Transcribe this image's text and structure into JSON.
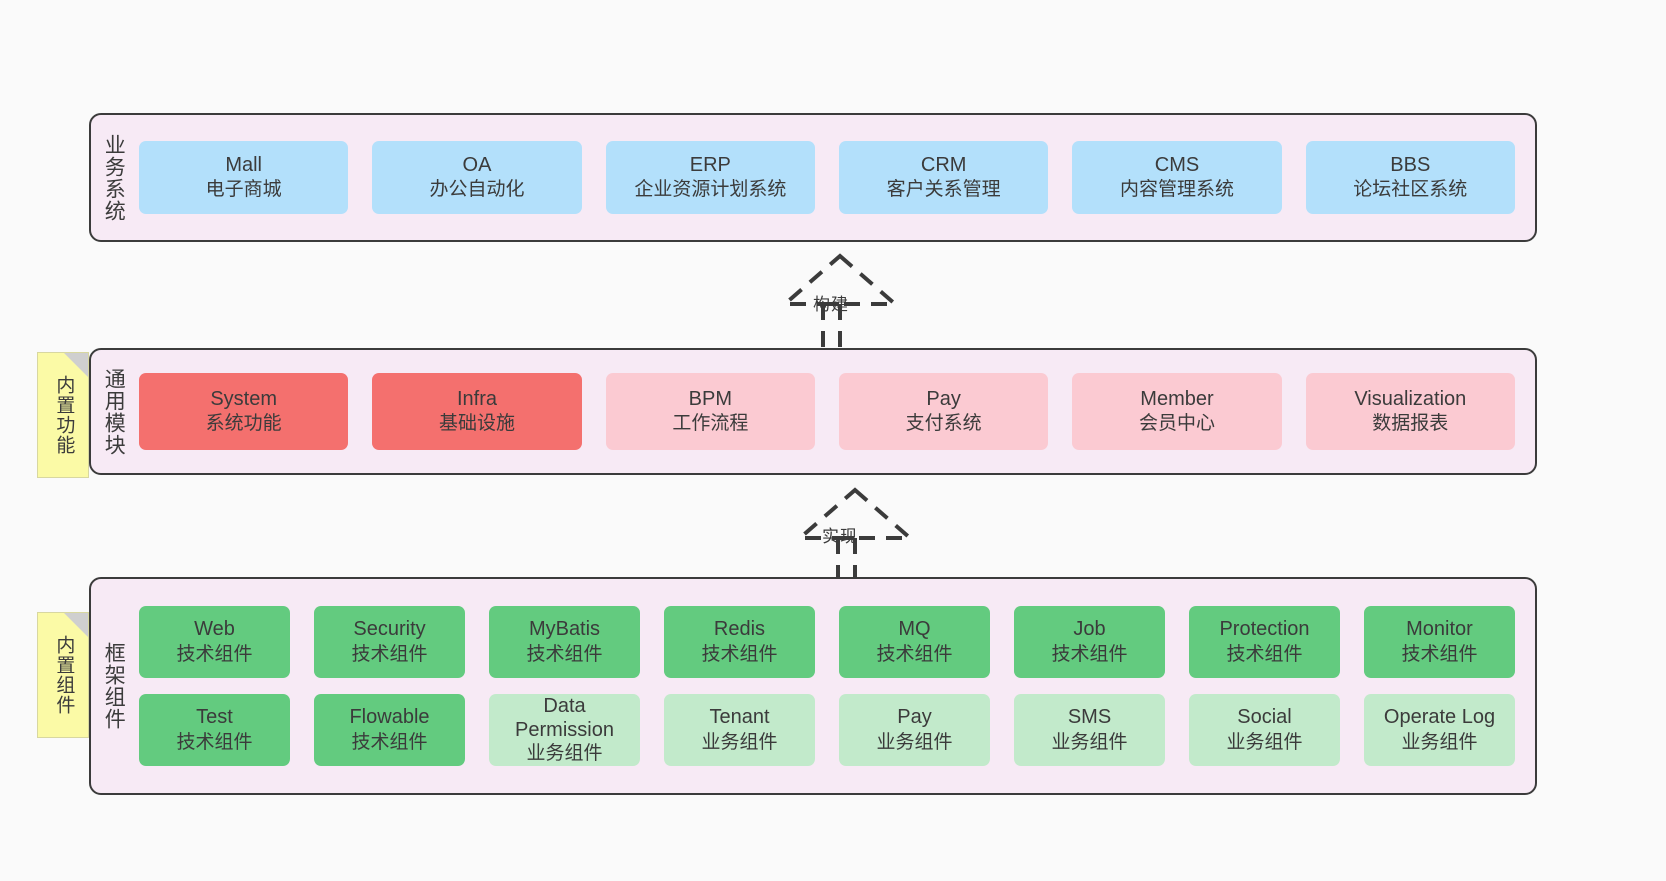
{
  "diagram": {
    "title": "",
    "colors": {
      "panel_bg": "#f7eaf5",
      "panel_border": "#3b3b3b",
      "business": "#b3e0fb",
      "module_core": "#f4706e",
      "module_optional": "#fbcad2",
      "tech_component": "#63cb7f",
      "biz_component": "#c2eacb",
      "note_bg": "#fbfaa6",
      "canvas_bg": "#fafafa"
    }
  },
  "layers": {
    "business": {
      "title": "业务系统",
      "cards": [
        {
          "en": "Mall",
          "cn": "电子商城"
        },
        {
          "en": "OA",
          "cn": "办公自动化"
        },
        {
          "en": "ERP",
          "cn": "企业资源计划系统"
        },
        {
          "en": "CRM",
          "cn": "客户关系管理"
        },
        {
          "en": "CMS",
          "cn": "内容管理系统"
        },
        {
          "en": "BBS",
          "cn": "论坛社区系统"
        }
      ]
    },
    "modules": {
      "title": "通用模块",
      "note": "内置功能",
      "cards": [
        {
          "en": "System",
          "cn": "系统功能",
          "style": "core"
        },
        {
          "en": "Infra",
          "cn": "基础设施",
          "style": "core"
        },
        {
          "en": "BPM",
          "cn": "工作流程",
          "style": "optional"
        },
        {
          "en": "Pay",
          "cn": "支付系统",
          "style": "optional"
        },
        {
          "en": "Member",
          "cn": "会员中心",
          "style": "optional"
        },
        {
          "en": "Visualization",
          "cn": "数据报表",
          "style": "optional"
        }
      ]
    },
    "framework": {
      "title": "框架组件",
      "note": "内置组件",
      "row1": [
        {
          "en": "Web",
          "cn": "技术组件"
        },
        {
          "en": "Security",
          "cn": "技术组件"
        },
        {
          "en": "MyBatis",
          "cn": "技术组件"
        },
        {
          "en": "Redis",
          "cn": "技术组件"
        },
        {
          "en": "MQ",
          "cn": "技术组件"
        },
        {
          "en": "Job",
          "cn": "技术组件"
        },
        {
          "en": "Protection",
          "cn": "技术组件"
        },
        {
          "en": "Monitor",
          "cn": "技术组件"
        }
      ],
      "row2": [
        {
          "en": "Test",
          "cn": "技术组件",
          "style": "tech"
        },
        {
          "en": "Flowable",
          "cn": "技术组件",
          "style": "tech"
        },
        {
          "en": "Data Permission",
          "cn": "业务组件",
          "style": "biz"
        },
        {
          "en": "Tenant",
          "cn": "业务组件",
          "style": "biz"
        },
        {
          "en": "Pay",
          "cn": "业务组件",
          "style": "biz"
        },
        {
          "en": "SMS",
          "cn": "业务组件",
          "style": "biz"
        },
        {
          "en": "Social",
          "cn": "业务组件",
          "style": "biz"
        },
        {
          "en": "Operate Log",
          "cn": "业务组件",
          "style": "biz"
        }
      ]
    }
  },
  "connectors": [
    {
      "id": "build",
      "label": "构建",
      "from": "通用模块",
      "to": "业务系统"
    },
    {
      "id": "implement",
      "label": "实现",
      "from": "框架组件",
      "to": "通用模块"
    }
  ]
}
